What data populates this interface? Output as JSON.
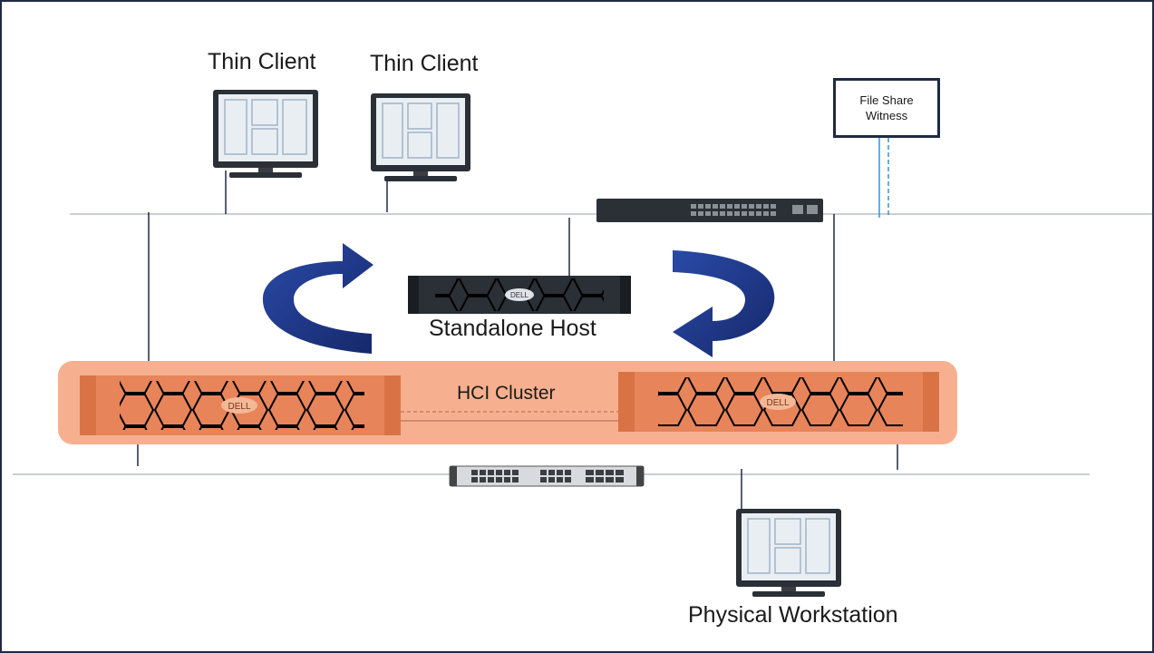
{
  "labels": {
    "thin_client_1": "Thin Client",
    "thin_client_2": "Thin Client",
    "file_share_witness": "File Share Witness",
    "standalone_host": "Standalone Host",
    "hci_cluster": "HCI Cluster",
    "physical_workstation": "Physical Workstation",
    "server_brand": "DELL"
  },
  "colors": {
    "frame": "#1f2a44",
    "hci_fill": "#f7b08f",
    "hci_server": "#e8845a",
    "arrow": "#1f3a8a",
    "network_line": "#c9ced6",
    "connector": "#1f2a44",
    "witness_line": "#3a8fd6"
  },
  "icons": {
    "thin_client": "monitor-icon",
    "switch": "network-switch-icon",
    "server": "rack-server-icon"
  }
}
